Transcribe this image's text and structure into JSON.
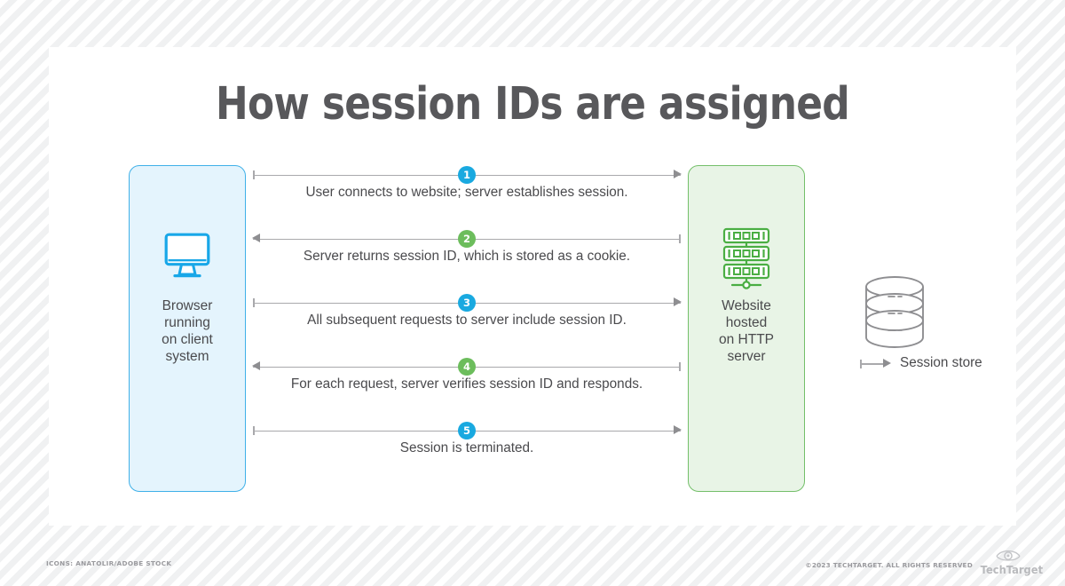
{
  "title": "How session IDs are assigned",
  "client_box": {
    "icon": "monitor-icon",
    "label": "Browser\nrunning\non client\nsystem",
    "border_color": "#3fb0e8",
    "fill_color": "#e4f4fd"
  },
  "server_box": {
    "icon": "server-rack-icon",
    "label": "Website\nhosted\non HTTP\nserver",
    "border_color": "#74bf6a",
    "fill_color": "#e8f4e6"
  },
  "session_store": {
    "icon": "database-icon",
    "label": "Session store",
    "arrow_direction": "right"
  },
  "steps": [
    {
      "number": "1",
      "direction": "right",
      "color": "#19a9e0",
      "caption": "User connects to website; server establishes session."
    },
    {
      "number": "2",
      "direction": "left",
      "color": "#6cbd5c",
      "caption": "Server returns session ID, which is stored as a cookie."
    },
    {
      "number": "3",
      "direction": "right",
      "color": "#19a9e0",
      "caption": "All subsequent requests to server include session ID."
    },
    {
      "number": "4",
      "direction": "left",
      "color": "#6cbd5c",
      "caption": "For each request, server verifies session ID and responds."
    },
    {
      "number": "5",
      "direction": "right",
      "color": "#19a9e0",
      "caption": "Session is terminated."
    }
  ],
  "footer": {
    "credit": "ICONS: ANATOLIR/ADOBE STOCK",
    "copyright": "©2023 TECHTARGET. ALL RIGHTS RESERVED",
    "brand": "TechTarget"
  }
}
